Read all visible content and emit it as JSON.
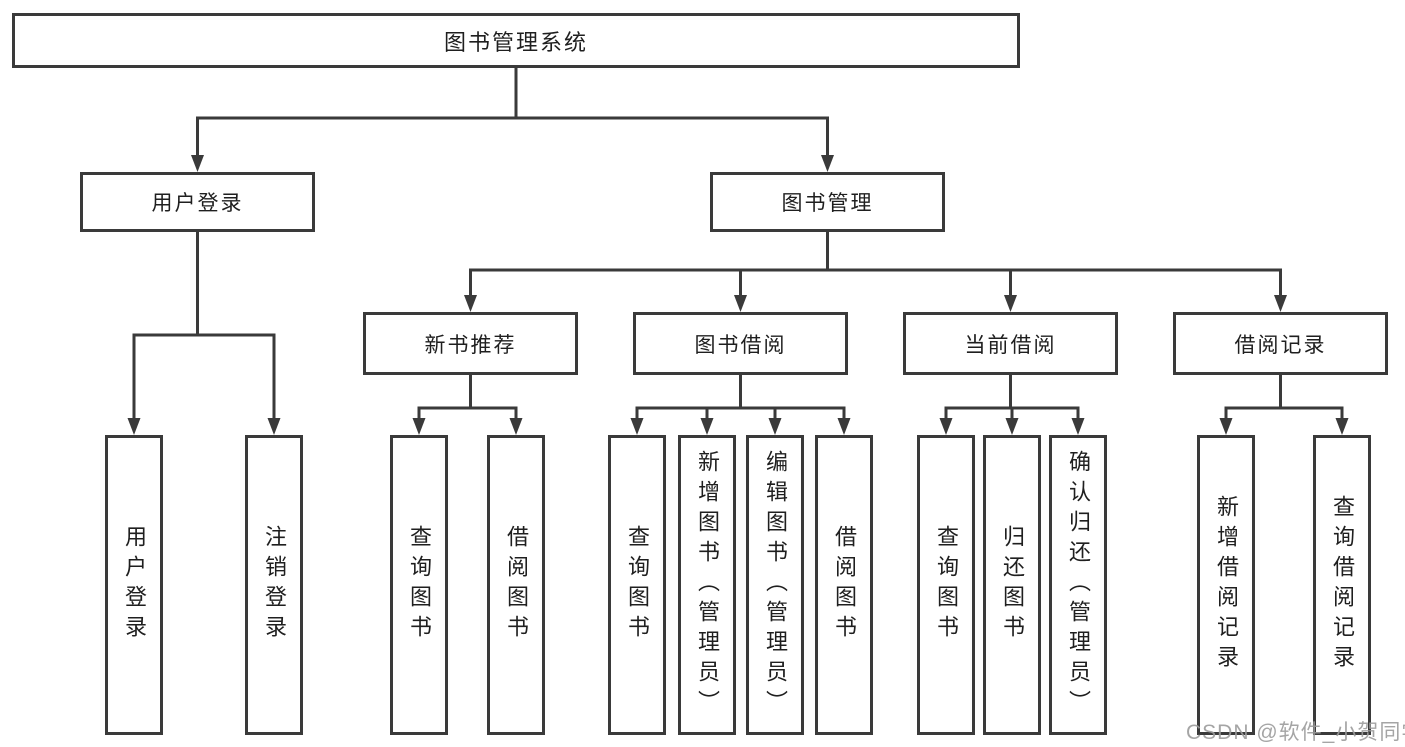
{
  "diagram": {
    "title_node": "图书管理系统",
    "tree": {
      "label": "图书管理系统",
      "children": [
        {
          "label": "用户登录",
          "children": [
            {
              "label": "用户登录"
            },
            {
              "label": "注销登录"
            }
          ]
        },
        {
          "label": "图书管理",
          "children": [
            {
              "label": "新书推荐",
              "children": [
                {
                  "label": "查询图书"
                },
                {
                  "label": "借阅图书"
                }
              ]
            },
            {
              "label": "图书借阅",
              "children": [
                {
                  "label": "查询图书"
                },
                {
                  "label": "新增图书（管理员）"
                },
                {
                  "label": "编辑图书（管理员）"
                },
                {
                  "label": "借阅图书"
                }
              ]
            },
            {
              "label": "当前借阅",
              "children": [
                {
                  "label": "查询图书"
                },
                {
                  "label": "归还图书"
                },
                {
                  "label": "确认归还（管理员）"
                }
              ]
            },
            {
              "label": "借阅记录",
              "children": [
                {
                  "label": "新增借阅记录"
                },
                {
                  "label": "查询借阅记录"
                }
              ]
            }
          ]
        }
      ]
    },
    "line_color": "#3a3a3a",
    "box_background": "#ffffff"
  },
  "watermark": {
    "text": "CSDN @软件_小贺同学"
  }
}
